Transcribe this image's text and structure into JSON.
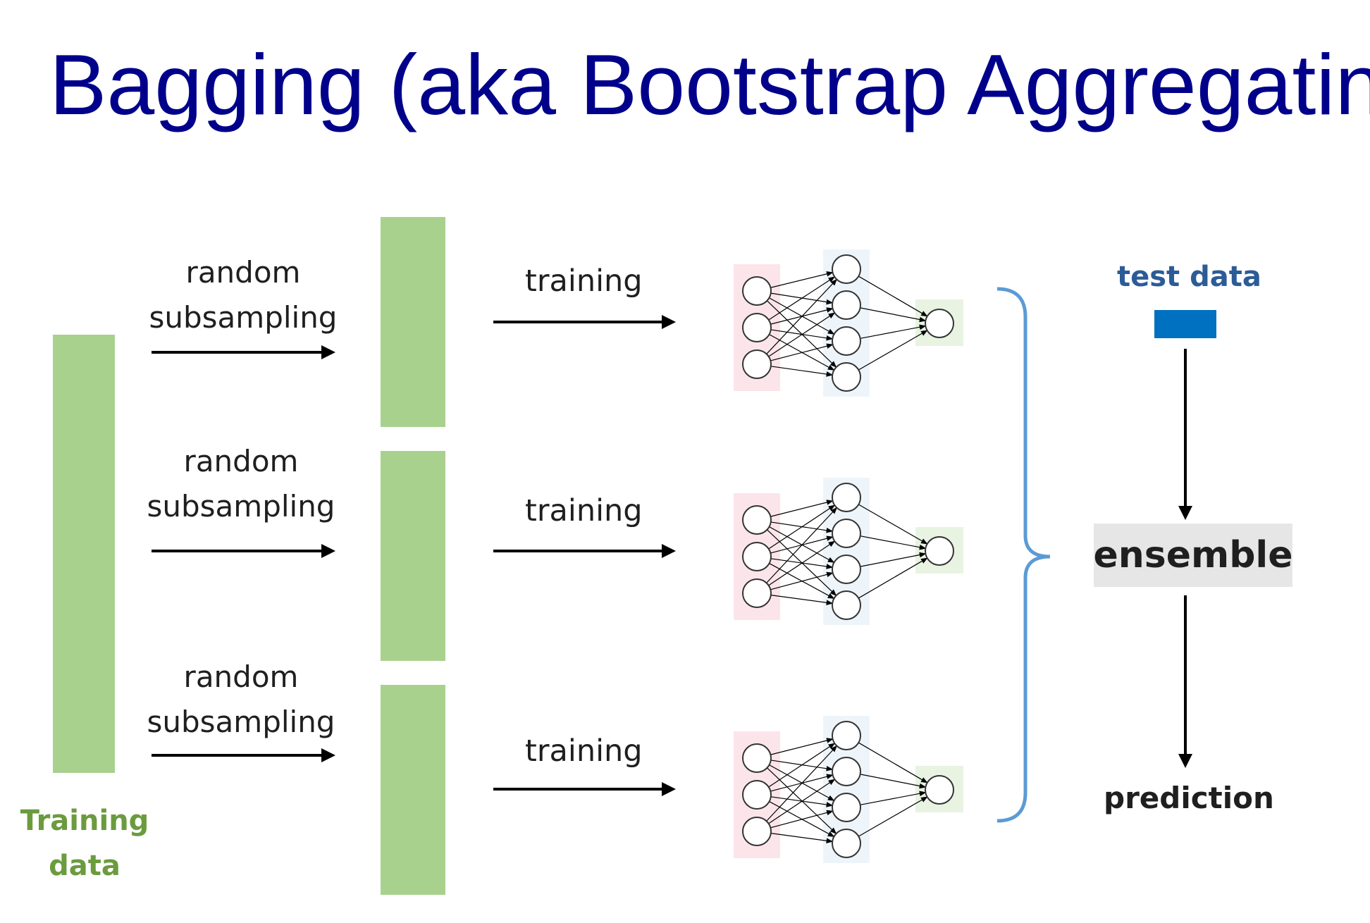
{
  "title": "Bagging (aka Bootstrap Aggregating)",
  "training_data_label": [
    "Training",
    "data"
  ],
  "subsampling_label": [
    "random",
    "subsampling"
  ],
  "training_label": "training",
  "test_data_label": "test data",
  "ensemble_label": "ensemble",
  "prediction_label": "prediction",
  "colors": {
    "title": "#00008b",
    "data_bar": "#a9d18e",
    "input_layer_bg": "#fbe5ea",
    "hidden_layer_bg": "#eef5fa",
    "output_layer_bg": "#e8f3e2",
    "brace": "#5b9bd5",
    "test_box": "#0070c0",
    "ensemble_box": "#e6e6e6"
  }
}
